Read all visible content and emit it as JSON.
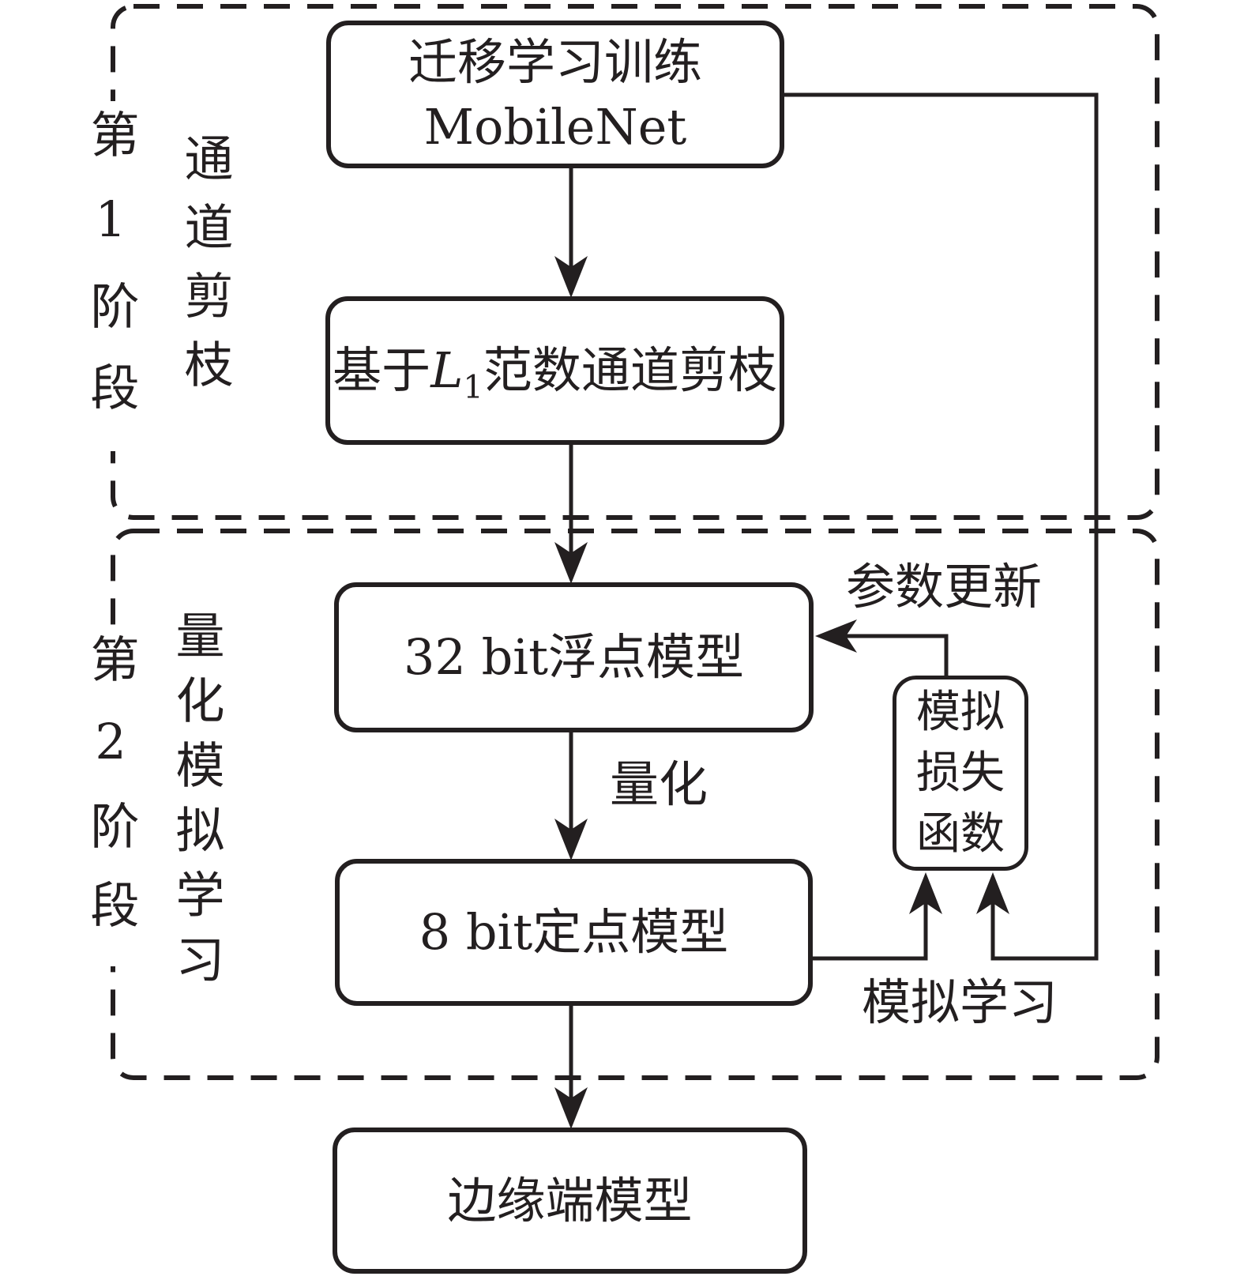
{
  "stage1": {
    "label": "第1阶段",
    "sublabel": "通道剪枝"
  },
  "stage2": {
    "label": "第2阶段",
    "sublabel": "量化模拟学习"
  },
  "nodes": {
    "train_line1": "迁移学习训练",
    "train_line2": "MobileNet",
    "prune_prefix": "基于",
    "prune_var": "L",
    "prune_sub": "1",
    "prune_suffix": "范数通道剪枝",
    "float32": "32 bit浮点模型",
    "fixed8": "8 bit定点模型",
    "edge": "边缘端模型",
    "loss_line1": "模拟",
    "loss_line2": "损失",
    "loss_line3": "函数"
  },
  "edge_labels": {
    "quantize": "量化",
    "param_update": "参数更新",
    "sim_learning": "模拟学习"
  },
  "colors": {
    "stroke": "#231f20",
    "background": "#ffffff"
  }
}
